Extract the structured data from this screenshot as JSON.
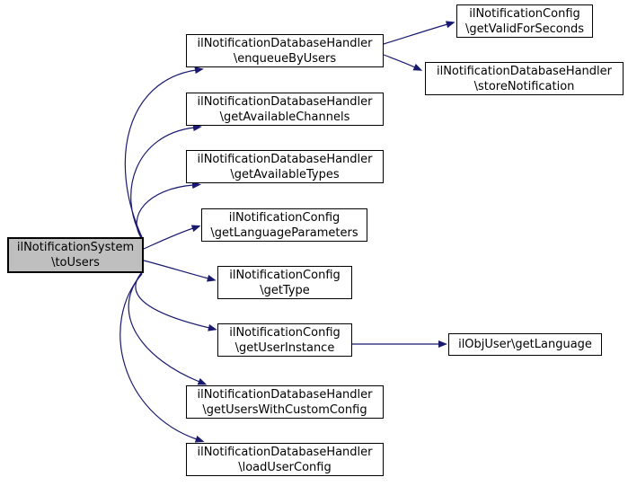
{
  "diagram_type": "call-graph",
  "colors": {
    "edge": "#191970",
    "node_fill": "#ffffff",
    "node_border": "#000000",
    "highlight_fill": "#bfbfbf",
    "background": "#ffffff"
  },
  "nodes": {
    "main": {
      "line1": "ilNotificationSystem",
      "line2": "\\toUsers"
    },
    "enqueueByUsers": {
      "line1": "ilNotificationDatabaseHandler",
      "line2": "\\enqueueByUsers"
    },
    "getAvailableChannels": {
      "line1": "ilNotificationDatabaseHandler",
      "line2": "\\getAvailableChannels"
    },
    "getAvailableTypes": {
      "line1": "ilNotificationDatabaseHandler",
      "line2": "\\getAvailableTypes"
    },
    "getLanguageParameters": {
      "line1": "ilNotificationConfig",
      "line2": "\\getLanguageParameters"
    },
    "getType": {
      "line1": "ilNotificationConfig",
      "line2": "\\getType"
    },
    "getUserInstance": {
      "line1": "ilNotificationConfig",
      "line2": "\\getUserInstance"
    },
    "getUsersWithCustomConfig": {
      "line1": "ilNotificationDatabaseHandler",
      "line2": "\\getUsersWithCustomConfig"
    },
    "loadUserConfig": {
      "line1": "ilNotificationDatabaseHandler",
      "line2": "\\loadUserConfig"
    },
    "getValidForSeconds": {
      "line1": "ilNotificationConfig",
      "line2": "\\getValidForSeconds"
    },
    "storeNotification": {
      "line1": "ilNotificationDatabaseHandler",
      "line2": "\\storeNotification"
    },
    "getLanguage": {
      "line1": "ilObjUser\\getLanguage",
      "line2": ""
    }
  },
  "edges": [
    {
      "from": "ilNotificationSystem\\toUsers",
      "to": "ilNotificationDatabaseHandler\\enqueueByUsers"
    },
    {
      "from": "ilNotificationSystem\\toUsers",
      "to": "ilNotificationDatabaseHandler\\getAvailableChannels"
    },
    {
      "from": "ilNotificationSystem\\toUsers",
      "to": "ilNotificationDatabaseHandler\\getAvailableTypes"
    },
    {
      "from": "ilNotificationSystem\\toUsers",
      "to": "ilNotificationConfig\\getLanguageParameters"
    },
    {
      "from": "ilNotificationSystem\\toUsers",
      "to": "ilNotificationConfig\\getType"
    },
    {
      "from": "ilNotificationSystem\\toUsers",
      "to": "ilNotificationConfig\\getUserInstance"
    },
    {
      "from": "ilNotificationSystem\\toUsers",
      "to": "ilNotificationDatabaseHandler\\getUsersWithCustomConfig"
    },
    {
      "from": "ilNotificationSystem\\toUsers",
      "to": "ilNotificationDatabaseHandler\\loadUserConfig"
    },
    {
      "from": "ilNotificationDatabaseHandler\\enqueueByUsers",
      "to": "ilNotificationConfig\\getValidForSeconds"
    },
    {
      "from": "ilNotificationDatabaseHandler\\enqueueByUsers",
      "to": "ilNotificationDatabaseHandler\\storeNotification"
    },
    {
      "from": "ilNotificationConfig\\getUserInstance",
      "to": "ilObjUser\\getLanguage"
    }
  ]
}
